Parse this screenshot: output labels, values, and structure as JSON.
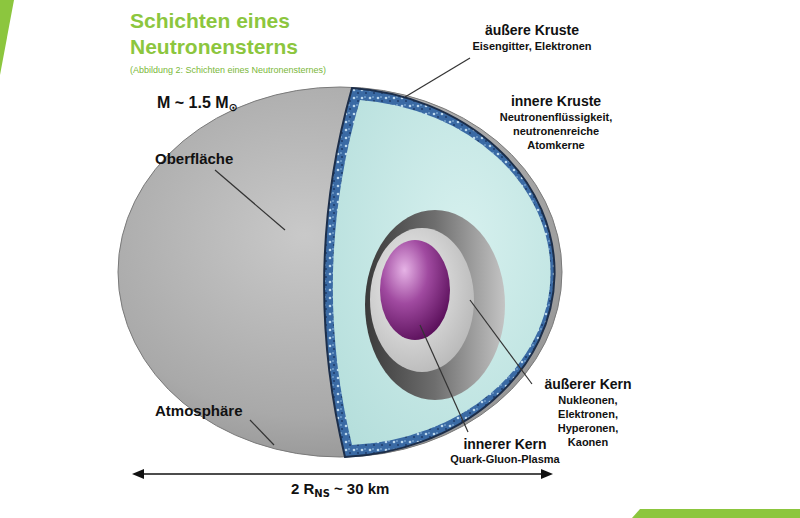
{
  "diagram": {
    "title": "Schichten eines Neutronensterns",
    "caption": "(Abbildung 2: Schichten eines Neutronensternes)",
    "labels": [
      "M ~ 1.5 M",
      "⊙",
      "äußere Kruste",
      "Eisengitter, Elektronen",
      "Oberfläche",
      "innere Kruste",
      "Neutronenflüssigkeit, neutronenreiche Atomkerne",
      "äußerer Kern",
      "Nukleonen, Elektronen, Hyperonen, Kaonen",
      "Atmosphäre",
      "innerer Kern",
      "Quark-Gluon-Plasma",
      "2 R",
      "NS",
      "~ 30 km"
    ]
  }
}
